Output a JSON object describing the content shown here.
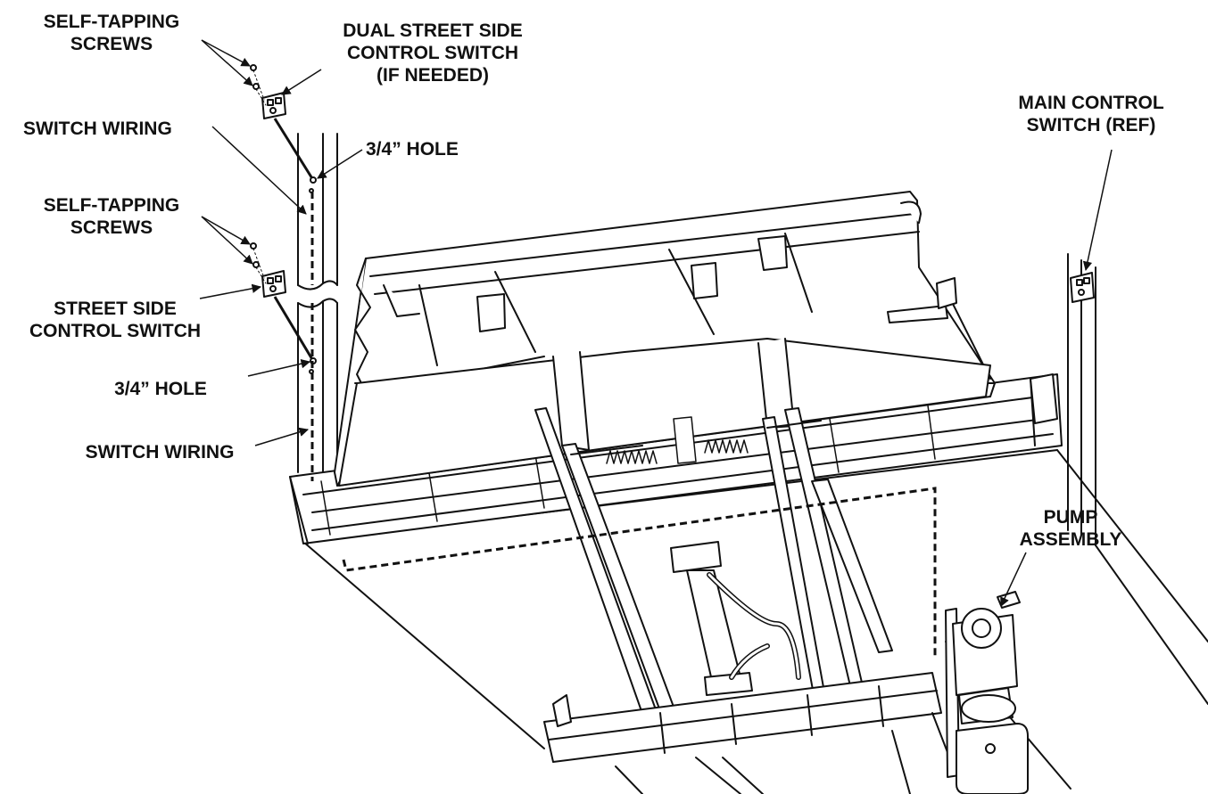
{
  "diagram": {
    "labels": {
      "self_tapping_upper": [
        "SELF-TAPPING",
        "SCREWS"
      ],
      "dual_street_switch": [
        "DUAL STREET SIDE",
        "CONTROL SWITCH",
        "(IF NEEDED)"
      ],
      "switch_wiring_upper": "SWITCH WIRING",
      "hole_upper": "3/4” HOLE",
      "self_tapping_lower": [
        "SELF-TAPPING",
        "SCREWS"
      ],
      "street_switch": [
        "STREET SIDE",
        "CONTROL SWITCH"
      ],
      "hole_lower": "3/4” HOLE",
      "switch_wiring_lower": "SWITCH WIRING",
      "main_control_switch": [
        "MAIN CONTROL",
        "SWITCH (REF)"
      ],
      "pump_assembly": [
        "PUMP",
        "ASSEMBLY"
      ]
    },
    "colors": {
      "ink": "#111111",
      "paper": "#ffffff",
      "shade": "#d9d9d9",
      "light": "#eeeeee"
    }
  }
}
